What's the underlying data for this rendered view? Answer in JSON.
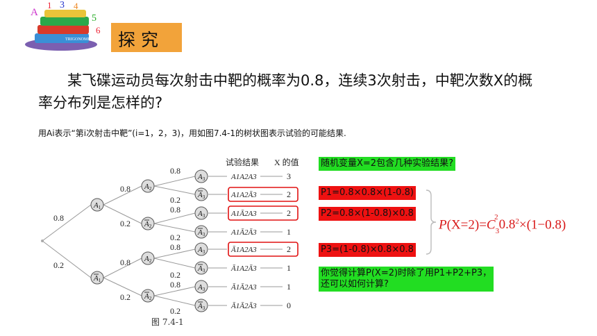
{
  "header": {
    "title": "探究"
  },
  "question": {
    "text": "某飞碟运动员每次射击中靶的概率为0.8，连续3次射击，中靶次数X的概率分布列是怎样的?"
  },
  "intro": {
    "text": "用Ai表示“第i次射击中靶”(i=1，2，3)，用如图7.4-1的树状图表示试验的可能结果."
  },
  "tree": {
    "col_result": "试验结果",
    "col_x": "X 的值",
    "caption": "图 7.4-1",
    "first_level": [
      {
        "p": "0.8",
        "node": "A1"
      },
      {
        "p": "0.2",
        "node": "Ā1"
      }
    ],
    "outcomes": [
      {
        "result": "A1A2A3",
        "x": "3"
      },
      {
        "result": "A1A2Ā3",
        "x": "2"
      },
      {
        "result": "A1Ā2A3",
        "x": "2"
      },
      {
        "result": "A1Ā2Ā3",
        "x": "1"
      },
      {
        "result": "Ā1A2A3",
        "x": "2"
      },
      {
        "result": "Ā1A2Ā3",
        "x": "1"
      },
      {
        "result": "Ā1Ā2A3",
        "x": "1"
      },
      {
        "result": "Ā1Ā2Ā3",
        "x": "0"
      }
    ]
  },
  "notes": {
    "q1": "随机变量X=2包含几种实验结果?",
    "p1": "P1=0.8×0.8×(1-0.8)",
    "p2": "P2=0.8×(1-0.8)×0.8",
    "p3": "P3=(1-0.8)×0.8×0.8",
    "q2_line1": "你觉得计算P(X=2)时除了用P1+P2+P3，",
    "q2_line2": "还可以如何计算?"
  },
  "formula": "P(X=2)=C3²0.8²×(1−0.8)",
  "colors": {
    "orange": "#f2a33a",
    "green": "#22dd22",
    "red": "#ee1111",
    "formula": "#d81818"
  }
}
